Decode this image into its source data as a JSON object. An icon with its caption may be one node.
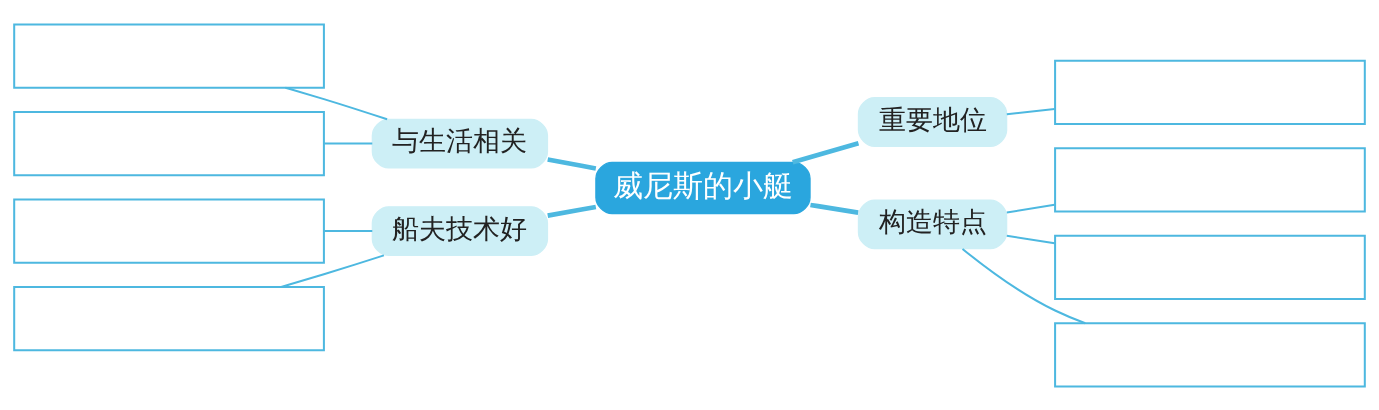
{
  "diagram": {
    "nodes": [
      {
        "text": [
          "威尼斯的小艇"
        ]
      },
      {
        "text": [
          "与生活相关"
        ]
      },
      {
        "text": [
          "重要地位"
        ]
      },
      {
        "text": [
          "船夫技术好"
        ]
      },
      {
        "text": [
          "构造特点"
        ]
      },
      {
        "text": [],
        "shape": "box"
      },
      {
        "text": [],
        "shape": "box"
      },
      {
        "text": [],
        "shape": "box"
      },
      {
        "text": [],
        "shape": "box"
      },
      {
        "text": [],
        "shape": "box"
      },
      {
        "text": [],
        "shape": "box"
      },
      {
        "text": [],
        "shape": "box"
      },
      {
        "text": [],
        "shape": "box"
      }
    ],
    "edges": [
      {
        "from": 0,
        "to": 1,
        "arrow": "none",
        "style": "thick"
      },
      {
        "from": 0,
        "to": 2,
        "arrow": "none",
        "style": "thick"
      },
      {
        "from": 0,
        "to": 3,
        "arrow": "none",
        "style": "thick"
      },
      {
        "from": 0,
        "to": 4,
        "arrow": "none",
        "style": "thick"
      },
      {
        "from": 1,
        "to": 5,
        "arrow": "none"
      },
      {
        "from": 1,
        "to": 6,
        "arrow": "none"
      },
      {
        "from": 2,
        "to": 7,
        "arrow": "none"
      },
      {
        "from": 3,
        "to": 8,
        "arrow": "none"
      },
      {
        "from": 3,
        "to": 9,
        "arrow": "none"
      },
      {
        "from": 4,
        "to": 10,
        "arrow": "none"
      },
      {
        "from": 4,
        "to": 11,
        "arrow": "none"
      },
      {
        "from": 4,
        "to": 12,
        "arrow": "none"
      }
    ]
  }
}
